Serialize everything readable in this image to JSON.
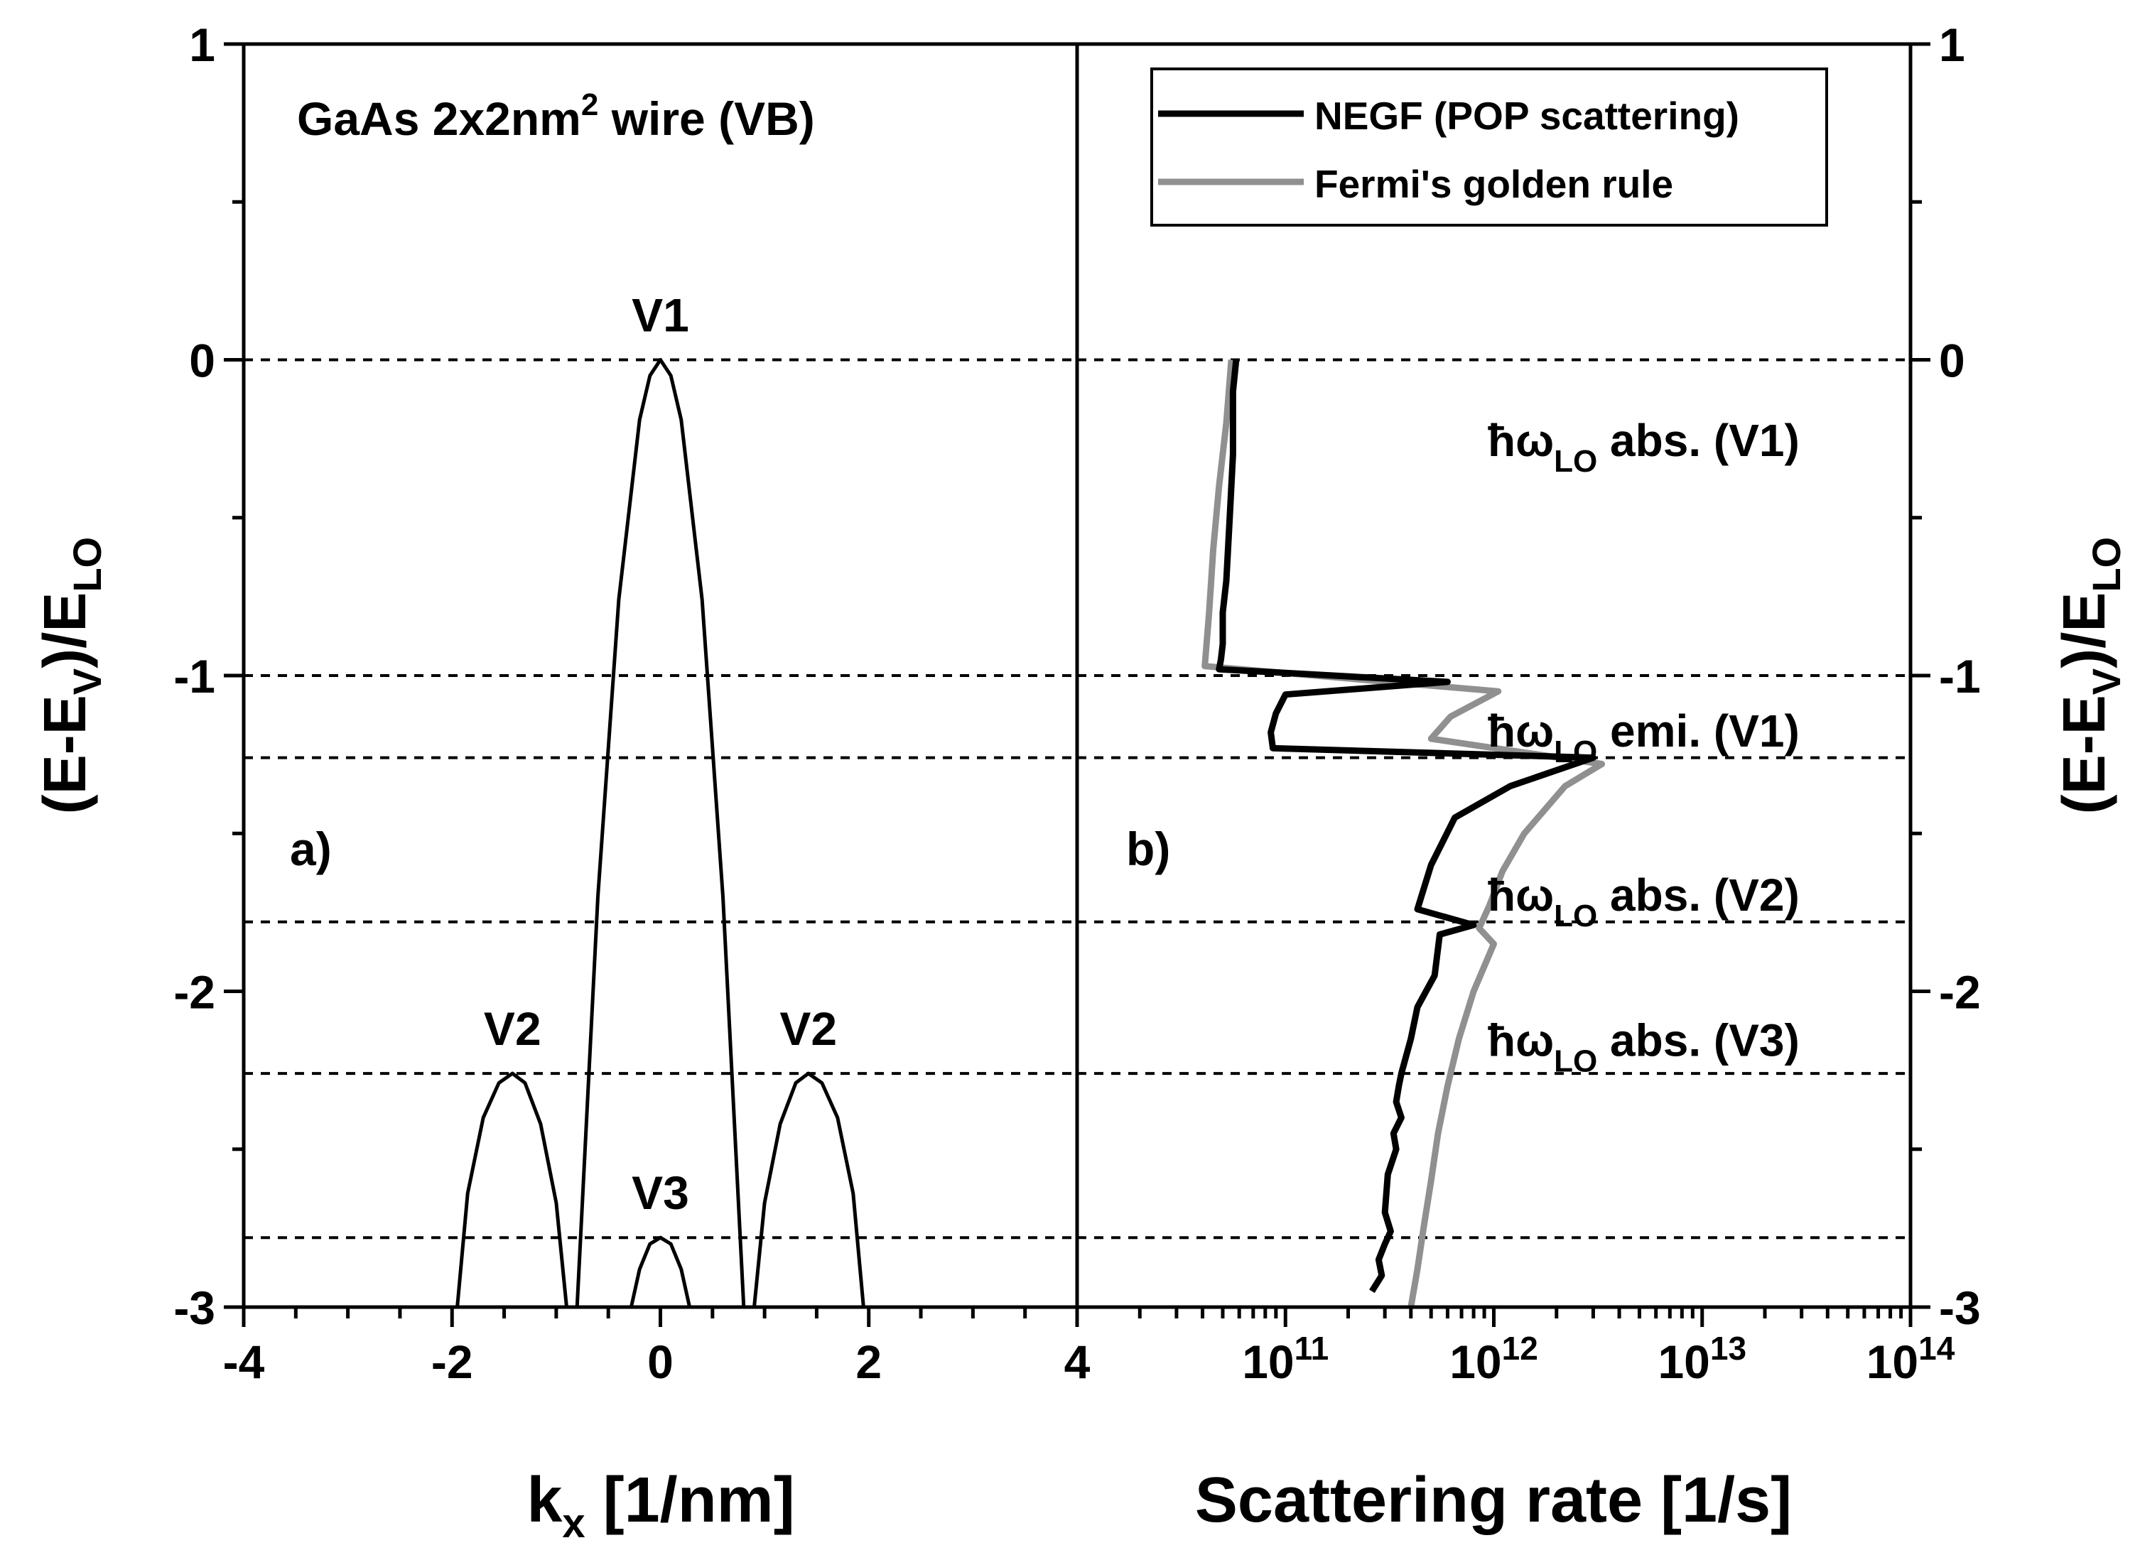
{
  "chart_data": [
    {
      "type": "line",
      "panel_label": "a)",
      "title": "GaAs 2x2nm",
      "title_sup": "2",
      "title_suffix": " wire (VB)",
      "xlabel": "k",
      "xlabel_sub": "x",
      "xlabel_suffix": " [1/nm]",
      "ylabel_main": "(E-E",
      "ylabel_sub1": "V",
      "ylabel_mid": ")/E",
      "ylabel_sub2": "LO",
      "xlim": [
        -4,
        4
      ],
      "ylim": [
        -3,
        1
      ],
      "x_ticks": [
        -4,
        -2,
        0,
        2,
        4
      ],
      "x_tick_labels": [
        "-4",
        "-2",
        "0",
        "2",
        "4"
      ],
      "y_ticks": [
        -3,
        -2,
        -1,
        0,
        1
      ],
      "y_tick_labels": [
        "-3",
        "-2",
        "-1",
        "0",
        "1"
      ],
      "band_labels": [
        {
          "text": "V1",
          "x": 0,
          "y": 0
        },
        {
          "text": "V2",
          "x": -1.42,
          "y": -2.26
        },
        {
          "text": "V2",
          "x": 1.42,
          "y": -2.26
        },
        {
          "text": "V3",
          "x": 0,
          "y": -2.78
        }
      ],
      "series": [
        {
          "x": [
            -0.8,
            -0.6,
            -0.4,
            -0.2,
            -0.1,
            0,
            0.1,
            0.2,
            0.4,
            0.6,
            0.8
          ],
          "y": [
            -3.0,
            -1.7,
            -0.76,
            -0.19,
            -0.05,
            0,
            -0.05,
            -0.19,
            -0.76,
            -1.7,
            -3.0
          ]
        },
        {
          "x": [
            -1.95,
            -1.85,
            -1.7,
            -1.55,
            -1.42,
            -1.3,
            -1.15,
            -1.0,
            -0.9
          ],
          "y": [
            -3.0,
            -2.64,
            -2.4,
            -2.29,
            -2.26,
            -2.29,
            -2.42,
            -2.67,
            -3.0
          ]
        },
        {
          "x": [
            0.9,
            1.0,
            1.15,
            1.3,
            1.42,
            1.55,
            1.7,
            1.85,
            1.95
          ],
          "y": [
            -3.0,
            -2.67,
            -2.42,
            -2.29,
            -2.26,
            -2.29,
            -2.4,
            -2.64,
            -3.0
          ]
        },
        {
          "x": [
            -0.28,
            -0.2,
            -0.1,
            0,
            0.1,
            0.2,
            0.28
          ],
          "y": [
            -3.0,
            -2.88,
            -2.8,
            -2.78,
            -2.8,
            -2.88,
            -3.0
          ]
        }
      ],
      "hlines": [
        0,
        -1,
        -1.26,
        -1.78,
        -2.26,
        -2.78
      ]
    },
    {
      "type": "line",
      "panel_label": "b)",
      "xlabel": "Scattering rate [1/s]",
      "ylabel_main": "(E-E",
      "ylabel_sub1": "V",
      "ylabel_mid": ")/E",
      "ylabel_sub2": "LO",
      "xscale": "log",
      "xlim": [
        10000000000.0,
        100000000000000.0
      ],
      "ylim": [
        -3,
        1
      ],
      "x_ticks": [
        100000000000.0,
        1000000000000.0,
        10000000000000.0,
        100000000000000.0
      ],
      "x_tick_labels": [
        {
          "base": "10",
          "exp": "11"
        },
        {
          "base": "10",
          "exp": "12"
        },
        {
          "base": "10",
          "exp": "13"
        },
        {
          "base": "10",
          "exp": "14"
        }
      ],
      "x_tick_label_left": "4",
      "y_ticks": [
        -3,
        -2,
        -1,
        0,
        1
      ],
      "y_tick_labels": [
        "-3",
        "-2",
        "-1",
        "0",
        "1"
      ],
      "legend": {
        "position": "top-right",
        "entries": [
          {
            "label": "NEGF (POP scattering)",
            "color": "#000000"
          },
          {
            "label": "Fermi's golden rule",
            "color": "#909090"
          }
        ]
      },
      "annotations": [
        {
          "hbar": "ħω",
          "sub": "LO",
          "rest": " abs. (V1)",
          "y": -0.26
        },
        {
          "hbar": "ħω",
          "sub": "LO",
          "rest": " emi. (V1)",
          "y": -1.18
        },
        {
          "hbar": "ħω",
          "sub": "LO",
          "rest": " abs. (V2)",
          "y": -1.7
        },
        {
          "hbar": "ħω",
          "sub": "LO",
          "rest": " abs. (V3)",
          "y": -2.16
        }
      ],
      "series": [
        {
          "name": "NEGF (POP scattering)",
          "color": "#000000",
          "x": [
            58000000000.0,
            56000000000.0,
            56000000000.0,
            54000000000.0,
            53000000000.0,
            52000000000.0,
            50000000000.0,
            50000000000.0,
            49000000000.0,
            48000000000.0,
            48000000000.0,
            600000000000.0,
            100000000000.0,
            90000000000.0,
            85000000000.0,
            87000000000.0,
            3000000000000.0,
            1200000000000.0,
            650000000000.0,
            500000000000.0,
            430000000000.0,
            800000000000.0,
            550000000000.0,
            520000000000.0,
            430000000000.0,
            400000000000.0,
            360000000000.0,
            350000000000.0,
            340000000000.0,
            360000000000.0,
            330000000000.0,
            340000000000.0,
            310000000000.0,
            300000000000.0,
            320000000000.0,
            300000000000.0,
            280000000000.0,
            290000000000.0,
            260000000000.0
          ],
          "y": [
            0,
            -0.1,
            -0.3,
            -0.5,
            -0.6,
            -0.7,
            -0.8,
            -0.9,
            -0.95,
            -0.98,
            -0.98,
            -1.02,
            -1.06,
            -1.12,
            -1.18,
            -1.23,
            -1.26,
            -1.35,
            -1.45,
            -1.6,
            -1.74,
            -1.79,
            -1.82,
            -1.95,
            -2.05,
            -2.15,
            -2.26,
            -2.3,
            -2.35,
            -2.4,
            -2.45,
            -2.5,
            -2.58,
            -2.7,
            -2.76,
            -2.8,
            -2.85,
            -2.9,
            -2.95
          ]
        },
        {
          "name": "Fermi's golden rule",
          "color": "#909090",
          "x": [
            55000000000.0,
            52000000000.0,
            48000000000.0,
            45000000000.0,
            43000000000.0,
            41000000000.0,
            1050000000000.0,
            620000000000.0,
            500000000000.0,
            3300000000000.0,
            2200000000000.0,
            1400000000000.0,
            1100000000000.0,
            950000000000.0,
            850000000000.0,
            1000000000000.0,
            800000000000.0,
            680000000000.0,
            600000000000.0,
            540000000000.0,
            500000000000.0,
            460000000000.0,
            430000000000.0,
            400000000000.0
          ],
          "y": [
            0,
            -0.2,
            -0.4,
            -0.6,
            -0.8,
            -0.97,
            -1.05,
            -1.13,
            -1.2,
            -1.28,
            -1.35,
            -1.5,
            -1.62,
            -1.73,
            -1.8,
            -1.85,
            -2.0,
            -2.15,
            -2.3,
            -2.45,
            -2.6,
            -2.75,
            -2.88,
            -3.0
          ]
        }
      ],
      "hlines": [
        0,
        -1,
        -1.26,
        -1.78,
        -2.26,
        -2.78
      ]
    }
  ]
}
